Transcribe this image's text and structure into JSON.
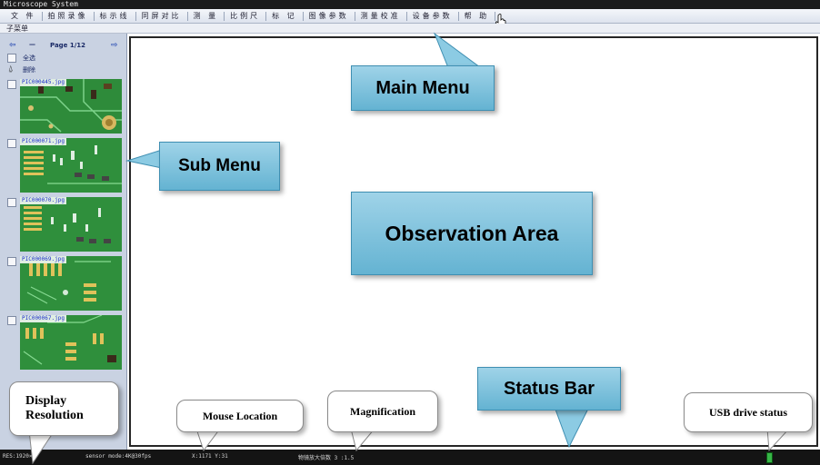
{
  "window": {
    "title": "Microscope System"
  },
  "menubar": {
    "items": [
      "文 件",
      "拍照录像",
      "标示线",
      "同屏对比",
      "测 量",
      "比例尺",
      "标 记",
      "图像参数",
      "测量校准",
      "设备参数",
      "帮 助"
    ]
  },
  "submenu": {
    "title": "子菜单"
  },
  "sidebar": {
    "pager": {
      "prev_icon": "prev-arrow-icon",
      "next_icon": "next-arrow-icon",
      "dash": "—",
      "page_text": "Page 1/12"
    },
    "select_all": "全选",
    "delete": "删除",
    "thumbnails": [
      {
        "filename": "PIC000445.jpg",
        "checked": false
      },
      {
        "filename": "PIC000071.jpg",
        "checked": false
      },
      {
        "filename": "PIC000070.jpg",
        "checked": false
      },
      {
        "filename": "PIC000069.jpg",
        "checked": false
      },
      {
        "filename": "PIC000067.jpg",
        "checked": false
      }
    ]
  },
  "statusbar": {
    "resolution": "RES:1920×",
    "sensor_mode": "sensor mode:4K@30fps",
    "mouse_location": "X:1171 Y:31",
    "magnification": "物镜放大倍数 3 :1.5",
    "usb_icon": "usb-drive-icon"
  },
  "annotations": {
    "main_menu": "Main Menu",
    "sub_menu": "Sub Menu",
    "observation_area": "Observation Area",
    "status_bar": "Status Bar",
    "display_resolution_line1": "Display",
    "display_resolution_line2": "Resolution",
    "mouse_location": "Mouse Location",
    "magnification": "Magnification",
    "usb_drive_status": "USB drive status"
  },
  "colors": {
    "callout_blue": "#7fc4de",
    "sidebar_bg": "#c9d2e2",
    "statusbar_bg": "#141414",
    "pcb_green": "#2e8b3a"
  }
}
